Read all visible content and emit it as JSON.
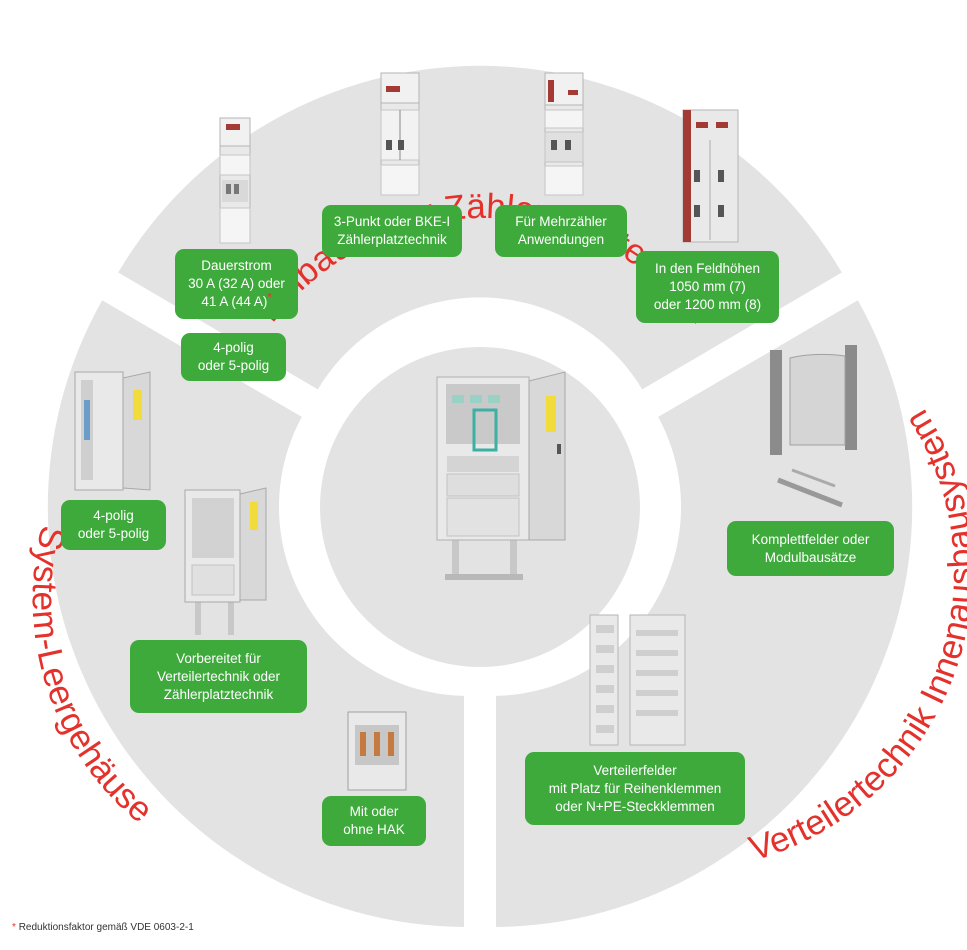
{
  "colors": {
    "ring": "#e3e3e3",
    "badge": "#3faa3c",
    "title": "#e4312b",
    "cabinet": "#e9e9e9",
    "door": "#d8d8d8",
    "meter": "#a33a33",
    "warning": "#f2dc3c",
    "rail": "#8b8b8b"
  },
  "sections": {
    "top": {
      "title": "Einbaufelder Zählerplatztechnik",
      "badges": {
        "dauerstrom": {
          "line1": "Dauerstrom",
          "line2": "30 A (32 A) oder",
          "line3": "41 A (44 A)",
          "mark": "*"
        },
        "polig_top": {
          "line1": "4-polig",
          "line2": "oder 5-polig"
        },
        "bke": {
          "line1": "3-Punkt oder BKE-I",
          "line2": "Zählerplatztechnik"
        },
        "mehrzaehler": {
          "line1": "Für Mehrzähler",
          "line2": "Anwendungen"
        },
        "feldhoehen": {
          "line1": "In den Feldhöhen",
          "line2": "1050 mm (7)",
          "line3": "oder 1200 mm (8)"
        }
      }
    },
    "right": {
      "title": "Verteilertechnik Innenausbausystem",
      "badges": {
        "komplett": {
          "line1": "Komplettfelder oder",
          "line2": "Modulbausätze"
        },
        "verteiler": {
          "line1": "Verteilerfelder",
          "line2": "mit Platz für Reihenklemmen",
          "line3": "oder N+PE-Steckklemmen"
        }
      }
    },
    "left": {
      "title": "System-Leergehäuse",
      "badges": {
        "polig_left": {
          "line1": "4-polig",
          "line2": "oder 5-polig"
        },
        "vorbereitet": {
          "line1": "Vorbereitet für",
          "line2": "Verteilertechnik oder",
          "line3": "Zählerplatztechnik"
        },
        "hak": {
          "line1": "Mit oder",
          "line2": "ohne HAK"
        }
      }
    }
  },
  "footnote": {
    "mark": "*",
    "text": "Reduktionsfaktor gemäß VDE 0603-2-1"
  }
}
